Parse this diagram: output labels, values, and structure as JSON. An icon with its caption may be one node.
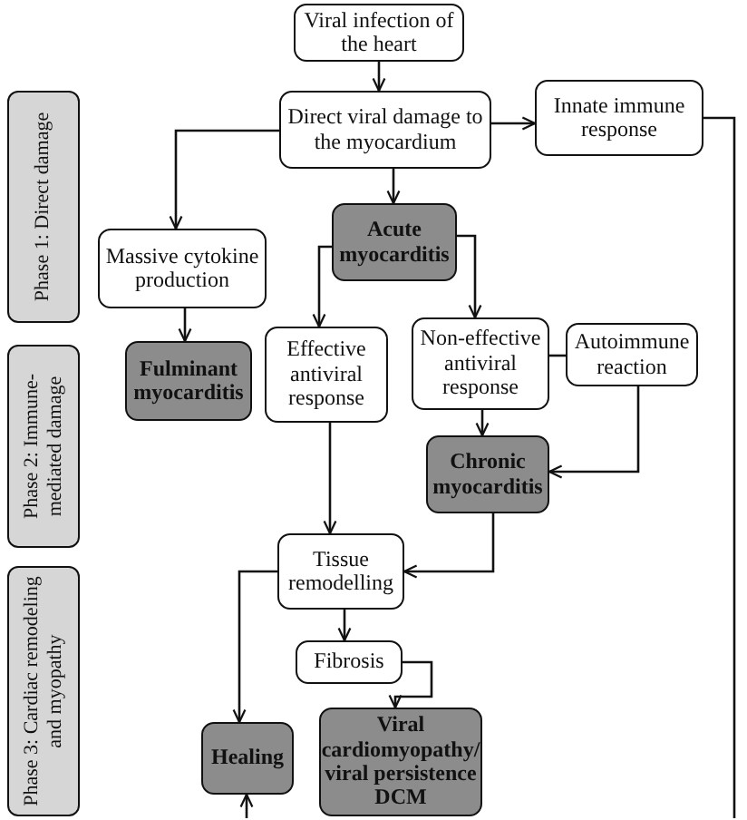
{
  "diagram": {
    "nodes": [
      {
        "text": [
          "Phase 1: Direct damage"
        ]
      },
      {
        "text": [
          "Phase 2: Immune-mediated damage"
        ]
      },
      {
        "text": [
          "Phase 3: Cardiac remodeling and myopathy"
        ]
      },
      {
        "text": [
          "Viral infection of the heart"
        ]
      },
      {
        "text": [
          "Direct viral damage to the myocardium"
        ]
      },
      {
        "text": [
          "Innate immune response"
        ]
      },
      {
        "text": [
          "Massive cytokine production"
        ]
      },
      {
        "text": [
          "Acute myocarditis"
        ]
      },
      {
        "text": [
          "Fulminant myocarditis"
        ]
      },
      {
        "text": [
          "Effective antiviral response"
        ]
      },
      {
        "text": [
          "Non-effective antiviral response"
        ]
      },
      {
        "text": [
          "Autoimmune reaction"
        ]
      },
      {
        "text": [
          "Chronic myocarditis"
        ]
      },
      {
        "text": [
          "Tissue remodelling"
        ]
      },
      {
        "text": [
          "Fibrosis"
        ]
      },
      {
        "text": [
          "Healing"
        ]
      },
      {
        "text": [
          "Viral cardiomyopathy/ viral persistence DCM"
        ]
      }
    ],
    "edges": [
      {
        "from": 3,
        "to": 4,
        "arrow": "to"
      },
      {
        "from": 4,
        "to": 5,
        "arrow": "to"
      },
      {
        "from": 4,
        "to": 6,
        "arrow": "to"
      },
      {
        "from": 4,
        "to": 7,
        "arrow": "to"
      },
      {
        "from": 6,
        "to": 8,
        "arrow": "to"
      },
      {
        "from": 7,
        "to": 9,
        "arrow": "to"
      },
      {
        "from": 7,
        "to": 10,
        "arrow": "to"
      },
      {
        "from": 10,
        "to": 11,
        "arrow": "none"
      },
      {
        "from": 10,
        "to": 12,
        "arrow": "to"
      },
      {
        "from": 11,
        "to": 12,
        "arrow": "to"
      },
      {
        "from": 9,
        "to": 13,
        "arrow": "to"
      },
      {
        "from": 12,
        "to": 13,
        "arrow": "to"
      },
      {
        "from": 13,
        "to": 14,
        "arrow": "to"
      },
      {
        "from": 13,
        "to": 15,
        "arrow": "to"
      },
      {
        "from": 14,
        "to": 16,
        "arrow": "to"
      },
      {
        "from": 5,
        "to": null,
        "arrow": "none"
      },
      {
        "from": null,
        "to": 15,
        "arrow": "to"
      }
    ]
  }
}
